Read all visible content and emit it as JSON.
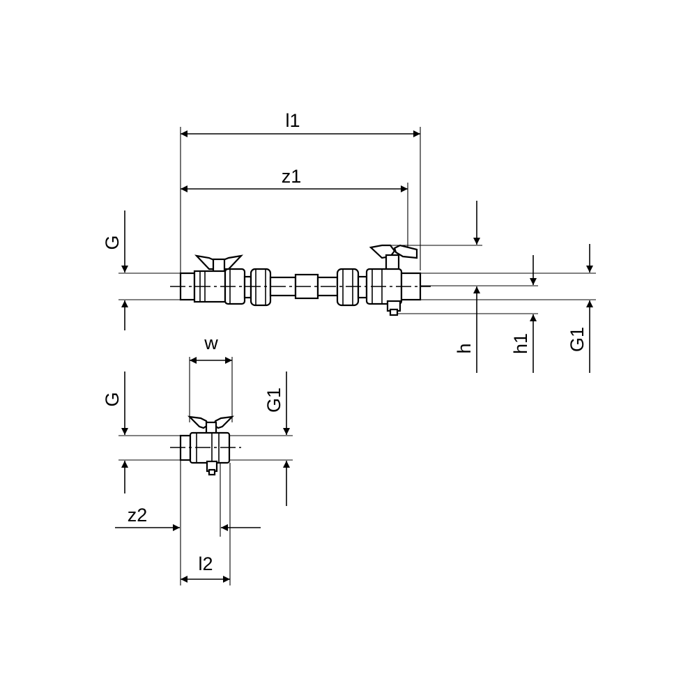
{
  "drawing": {
    "top_view": {
      "l1": "l1",
      "z1": "z1",
      "G": "G",
      "h": "h",
      "h1": "h1",
      "G1": "G1"
    },
    "side_view": {
      "w": "w",
      "G": "G",
      "G1": "G1",
      "z2": "z2",
      "l2": "l2"
    }
  }
}
